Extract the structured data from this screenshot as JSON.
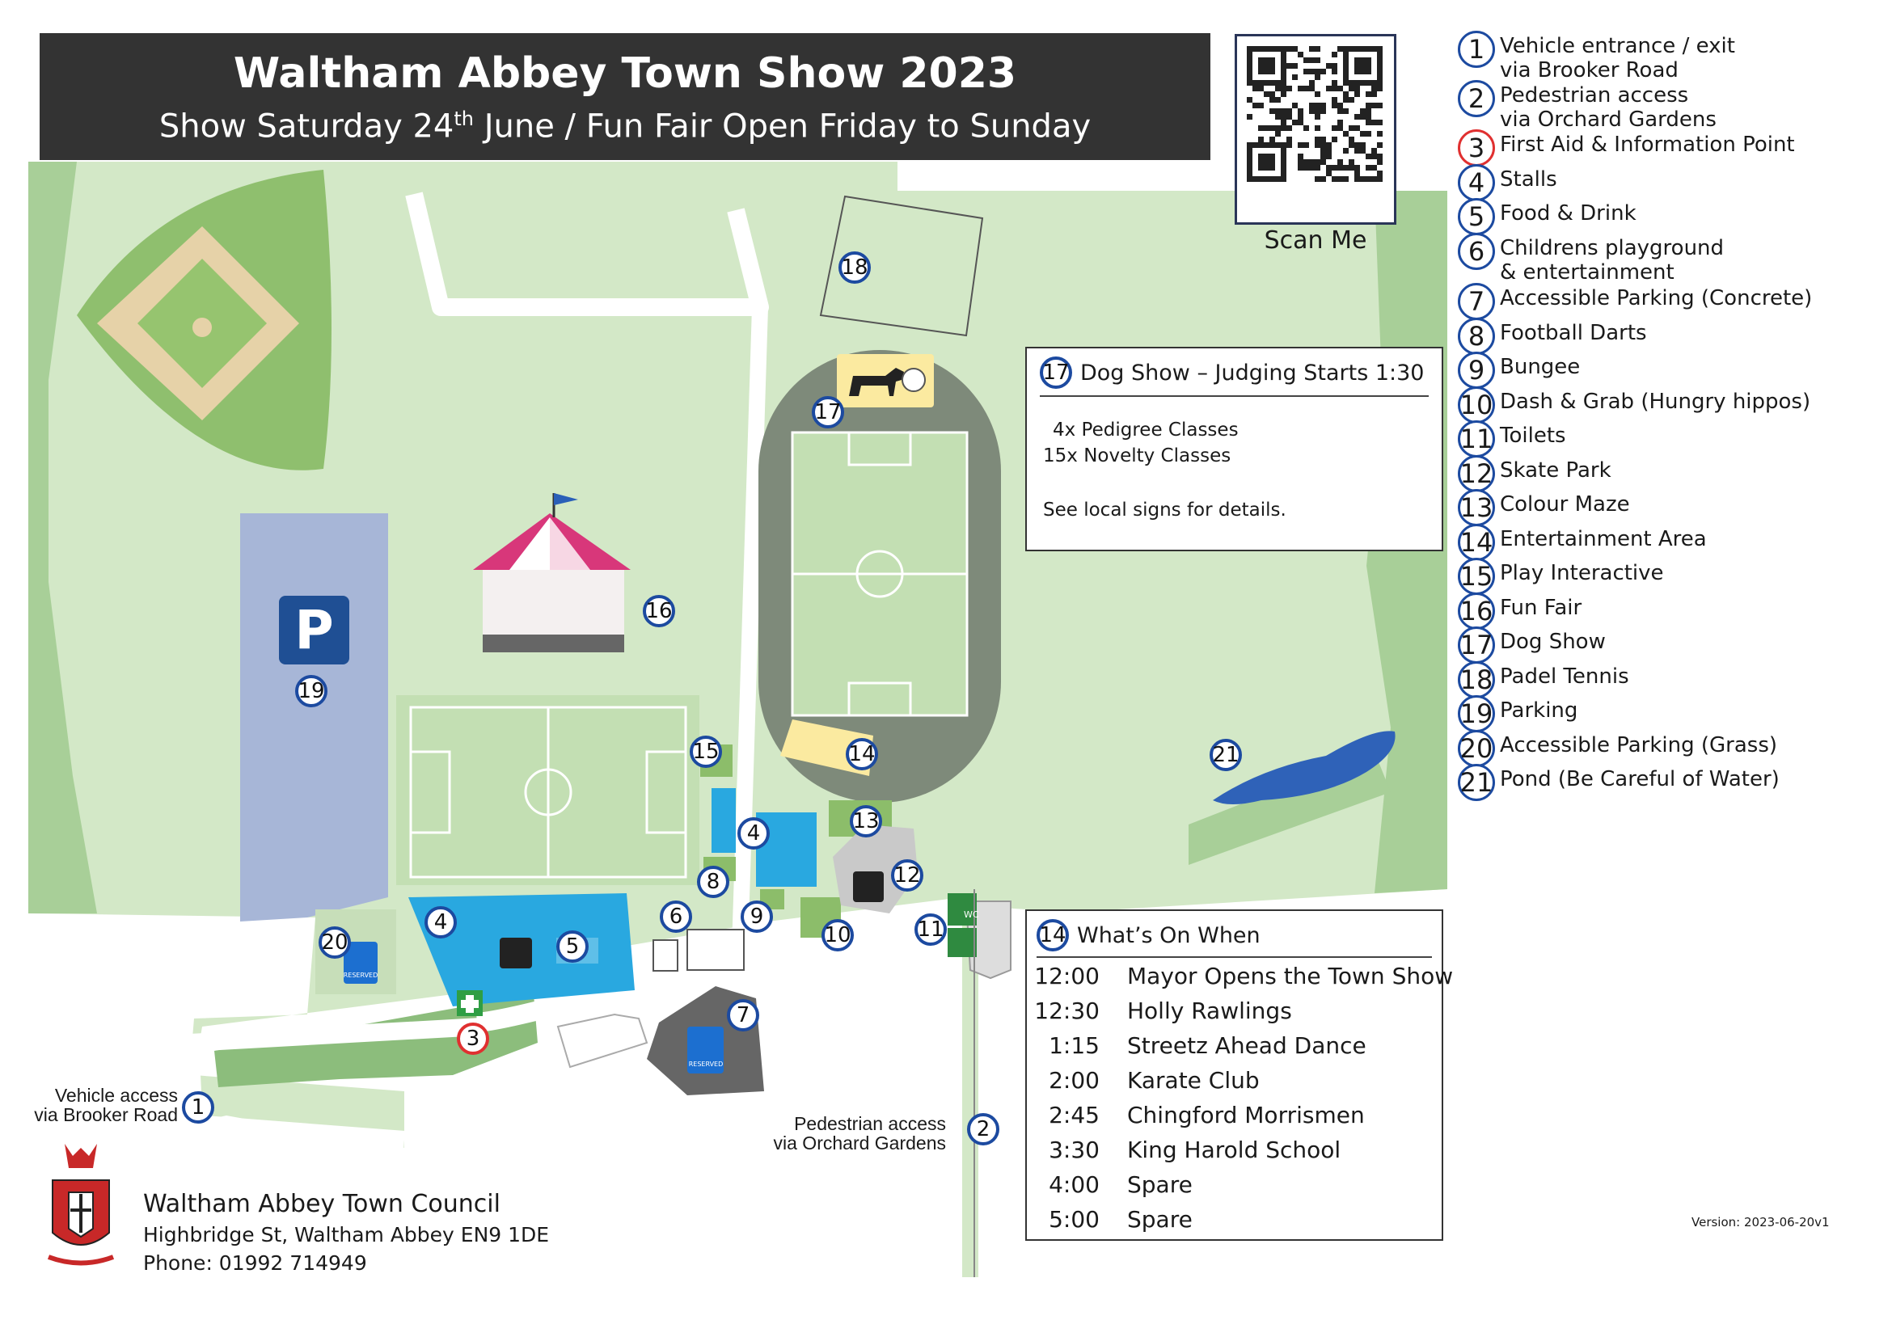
{
  "header": {
    "title": "Waltham Abbey Town Show 2023",
    "subtitle_pre": "Show Saturday 24",
    "subtitle_sup": "th",
    "subtitle_post": " June / Fun Fair Open Friday to Sunday"
  },
  "qr": {
    "caption": "Scan Me"
  },
  "legend": [
    {
      "num": "1",
      "text": "Vehicle entrance / exit\nvia Brooker Road"
    },
    {
      "num": "2",
      "text": "Pedestrian access\nvia Orchard Gardens"
    },
    {
      "num": "3",
      "text": "First Aid & Information Point"
    },
    {
      "num": "4",
      "text": "Stalls"
    },
    {
      "num": "5",
      "text": "Food & Drink"
    },
    {
      "num": "6",
      "text": "Childrens playground\n& entertainment"
    },
    {
      "num": "7",
      "text": "Accessible Parking (Concrete)"
    },
    {
      "num": "8",
      "text": "Football Darts"
    },
    {
      "num": "9",
      "text": "Bungee"
    },
    {
      "num": "10",
      "text": "Dash & Grab (Hungry hippos)"
    },
    {
      "num": "11",
      "text": "Toilets"
    },
    {
      "num": "12",
      "text": "Skate Park"
    },
    {
      "num": "13",
      "text": "Colour Maze"
    },
    {
      "num": "14",
      "text": "Entertainment Area"
    },
    {
      "num": "15",
      "text": "Play Interactive"
    },
    {
      "num": "16",
      "text": "Fun Fair"
    },
    {
      "num": "17",
      "text": "Dog Show"
    },
    {
      "num": "18",
      "text": "Padel Tennis"
    },
    {
      "num": "19",
      "text": "Parking"
    },
    {
      "num": "20",
      "text": "Accessible Parking (Grass)"
    },
    {
      "num": "21",
      "text": "Pond (Be Careful of Water)"
    }
  ],
  "dog_show": {
    "num": "17",
    "heading": "Dog Show – Judging Starts 1:30",
    "line1": "4x Pedigree Classes",
    "line2": "15x Novelty Classes",
    "line3": "See local signs for details."
  },
  "whats_on": {
    "num": "14",
    "heading": "What’s On When",
    "rows": [
      {
        "time": "12:00",
        "act": "Mayor Opens the Town Show"
      },
      {
        "time": "12:30",
        "act": "Holly Rawlings"
      },
      {
        "time": "1:15",
        "act": "Streetz Ahead Dance"
      },
      {
        "time": "2:00",
        "act": "Karate Club"
      },
      {
        "time": "2:45",
        "act": "Chingford Morrismen"
      },
      {
        "time": "3:30",
        "act": "King Harold School"
      },
      {
        "time": "4:00",
        "act": "Spare"
      },
      {
        "time": "5:00",
        "act": "Spare"
      }
    ]
  },
  "map_labels": {
    "vehicle_access": "Vehicle access\nvia Brooker Road",
    "pedestrian_access": "Pedestrian access\nvia Orchard Gardens",
    "parking_letter": "P",
    "reserved": "RESERVED",
    "wc": "WC"
  },
  "map_pins": [
    {
      "num": "1"
    },
    {
      "num": "2"
    },
    {
      "num": "3",
      "style": "red"
    },
    {
      "num": "4"
    },
    {
      "num": "4"
    },
    {
      "num": "5"
    },
    {
      "num": "6"
    },
    {
      "num": "7"
    },
    {
      "num": "8"
    },
    {
      "num": "9"
    },
    {
      "num": "10"
    },
    {
      "num": "11"
    },
    {
      "num": "12"
    },
    {
      "num": "13"
    },
    {
      "num": "14"
    },
    {
      "num": "15"
    },
    {
      "num": "16"
    },
    {
      "num": "17"
    },
    {
      "num": "18"
    },
    {
      "num": "19"
    },
    {
      "num": "20"
    },
    {
      "num": "21"
    }
  ],
  "council": {
    "name": "Waltham Abbey Town Council",
    "address": "Highbridge St, Waltham Abbey EN9 1DE",
    "phone": "Phone: 01992 714949"
  },
  "version": "Version: 2023-06-20v1",
  "colors": {
    "grass": "#cfe5c3",
    "grass_dark": "#b6d6a6",
    "parking": "#a9b7d6",
    "water": "#29a8e0",
    "pond": "#2f62b8",
    "track": "#7e8a7a",
    "pin_border": "#1c4aa0",
    "first_aid": "#e03030"
  }
}
